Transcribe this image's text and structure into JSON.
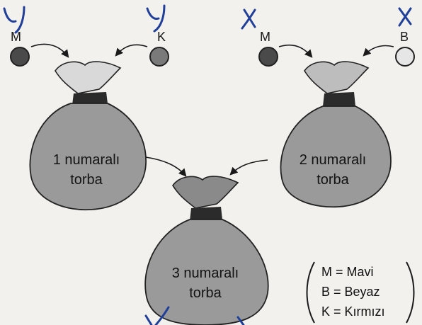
{
  "balls": [
    {
      "id": "ball-m1",
      "label": "M",
      "color": "#4a4a4a",
      "handmark": "y"
    },
    {
      "id": "ball-k",
      "label": "K",
      "color": "#7a7a7a",
      "handmark": "y"
    },
    {
      "id": "ball-m2",
      "label": "M",
      "color": "#4a4a4a",
      "handmark": "x"
    },
    {
      "id": "ball-b",
      "label": "B",
      "color": "#e6e6e6",
      "handmark": "x"
    }
  ],
  "bags": [
    {
      "line1": "1 numaralı",
      "line2": "torba"
    },
    {
      "line1": "2 numaralı",
      "line2": "torba"
    },
    {
      "line1": "3 numaralı",
      "line2": "torba"
    }
  ],
  "legend": {
    "items": [
      "M = Mavi",
      "B = Beyaz",
      "K = Kırmızı"
    ]
  },
  "colors": {
    "bag_body": "#9a9a9a",
    "bag_top_light": "#d9d9d9",
    "bag_top_dark": "#7d7d7d",
    "handwriting": "#1f3f9a"
  }
}
